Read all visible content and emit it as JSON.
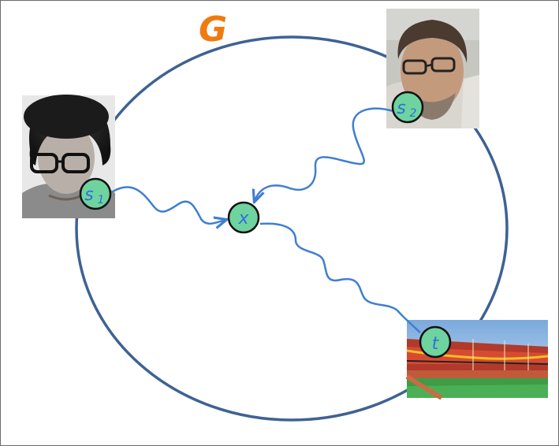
{
  "graph_label": "G",
  "nodes": {
    "s1": {
      "base": "s",
      "sub": "1"
    },
    "s2": {
      "base": "s",
      "sub": "2"
    },
    "x": {
      "base": "x",
      "sub": ""
    },
    "t": {
      "base": "t",
      "sub": ""
    }
  },
  "colors": {
    "circle": "#3e6293",
    "node_fill": "#6fd39f",
    "node_text": "#2f6fd8",
    "graph_label": "#f07a10",
    "path": "#3f7fd0"
  },
  "images": [
    "person-photo-curly-hair",
    "person-photo-glasses",
    "stadium-photo"
  ]
}
